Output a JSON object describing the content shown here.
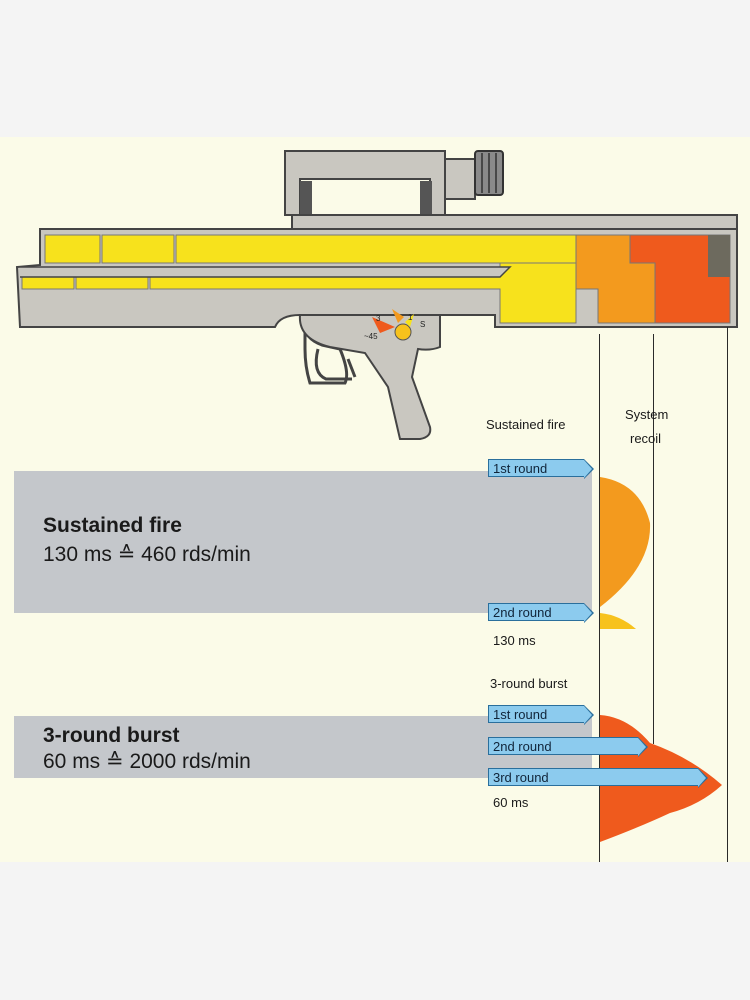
{
  "rifle": {
    "selector_marks": [
      "3",
      "1",
      "S",
      "~45"
    ]
  },
  "columns": {
    "sustained_fire": "Sustained fire",
    "system_recoil_1": "System",
    "system_recoil_2": "recoil"
  },
  "sustained": {
    "title": "Sustained fire",
    "rate": "130 ms ≙ 460 rds/min",
    "round1": "1st round",
    "round2": "2nd round",
    "time": "130 ms"
  },
  "burst": {
    "label": "3-round burst",
    "title": "3-round burst",
    "rate": "60 ms ≙ 2000 rds/min",
    "round1": "1st round",
    "round2": "2nd round",
    "round3": "3rd round",
    "time": "60 ms"
  },
  "colors": {
    "yellow": "#f7e21c",
    "orange": "#f39a1e",
    "red_orange": "#ef5a1d",
    "gray_body": "#c9c7c0",
    "band": "#c4c7cb",
    "arrow": "#8ccbee"
  }
}
